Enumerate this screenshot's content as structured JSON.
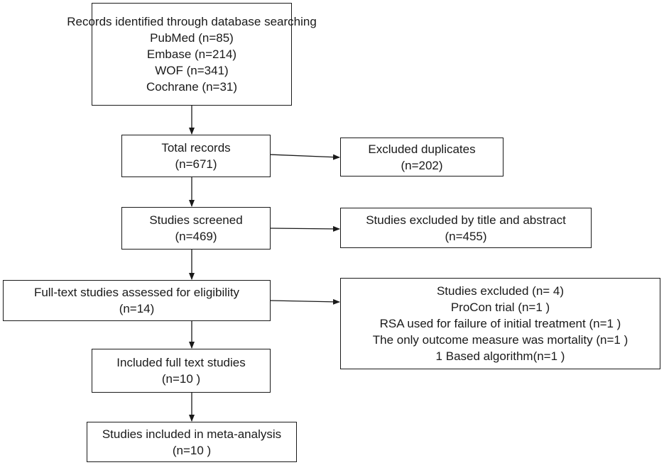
{
  "boxes": {
    "identified": {
      "lines": [
        "Records identified through database searching",
        "PubMed (n=85)",
        "Embase (n=214)",
        "WOF (n=341)",
        "Cochrane (n=31)"
      ]
    },
    "total": {
      "lines": [
        "Total records",
        "(n=671)"
      ]
    },
    "duplicates": {
      "lines": [
        "Excluded duplicates",
        "(n=202)"
      ]
    },
    "screened": {
      "lines": [
        "Studies screened",
        "(n=469)"
      ]
    },
    "excluded_title": {
      "lines": [
        "Studies excluded by title and abstract",
        "(n=455)"
      ]
    },
    "fulltext": {
      "lines": [
        "Full-text studies assessed for eligibility",
        "(n=14)"
      ]
    },
    "excluded_full": {
      "lines": [
        "Studies excluded  (n= 4)",
        "ProCon trial (n=1 )",
        "RSA used for failure of initial treatment (n=1 )",
        "The only outcome measure was mortality (n=1 )",
        "1 Based algorithm(n=1 )"
      ]
    },
    "included_full": {
      "lines": [
        "Included full text studies",
        "(n=10 )"
      ]
    },
    "meta": {
      "lines": [
        "Studies included in meta-analysis",
        "(n=10 )"
      ]
    }
  },
  "colors": {
    "stroke": "#1a1a1a",
    "background": "#ffffff"
  }
}
